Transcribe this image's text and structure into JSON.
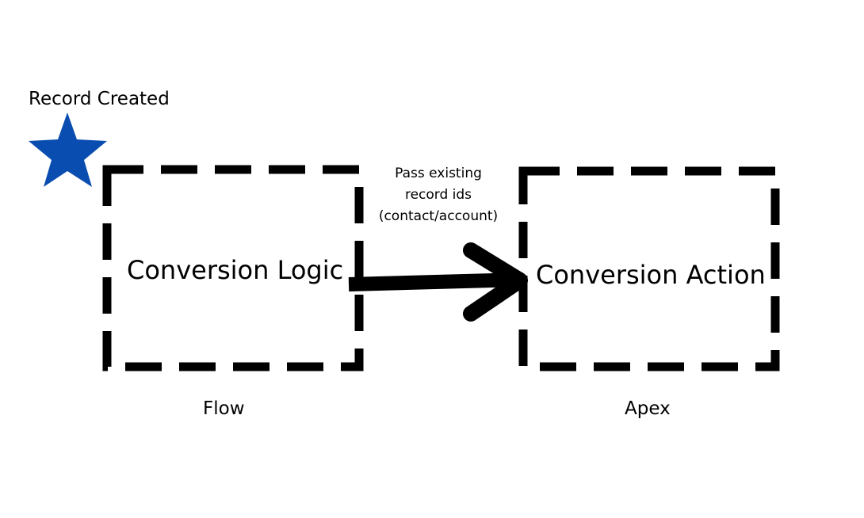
{
  "trigger": {
    "label": "Record Created",
    "icon": "star-icon",
    "color": "#0A4DB0"
  },
  "nodes": [
    {
      "id": "conversion-logic",
      "title": "Conversion Logic",
      "platform": "Flow"
    },
    {
      "id": "conversion-action",
      "title": "Conversion Action",
      "platform": "Apex"
    }
  ],
  "edge": {
    "from": "conversion-logic",
    "to": "conversion-action",
    "label_lines": [
      "Pass existing",
      "record ids",
      "(contact/account)"
    ]
  },
  "colors": {
    "stroke": "#000000",
    "background": "#ffffff",
    "star": "#0A4DB0"
  }
}
